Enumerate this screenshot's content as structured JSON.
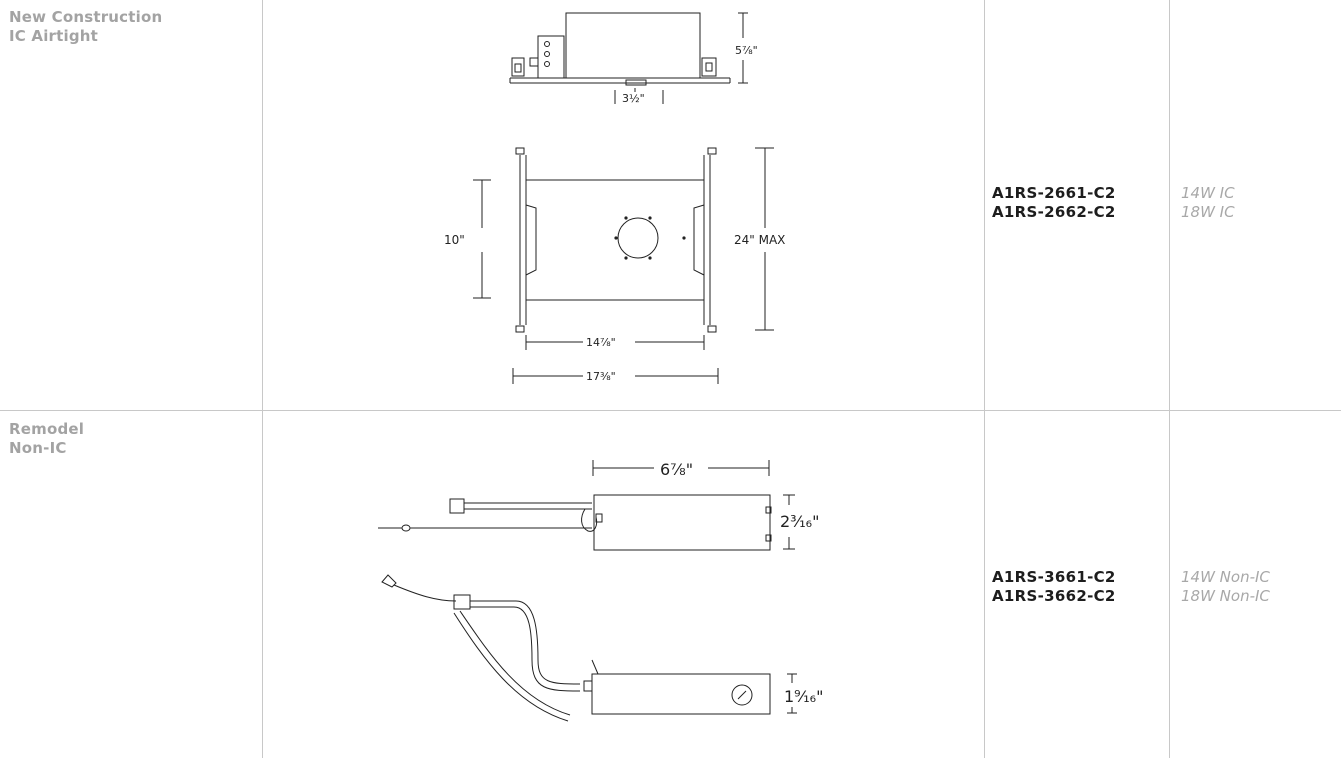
{
  "rows": [
    {
      "type_lines": [
        "New Construction",
        "IC Airtight"
      ],
      "models": [
        "A1RS-2661-C2",
        "A1RS-2662-C2"
      ],
      "wattages": [
        "14W IC",
        "18W IC"
      ],
      "dims": {
        "height": "5⅞\"",
        "offset": "3½\"",
        "depth": "10\"",
        "max": "24\" MAX",
        "inner_width": "14⅞\"",
        "outer_width": "17⅜\""
      }
    },
    {
      "type_lines": [
        "Remodel",
        "Non-IC"
      ],
      "models": [
        "A1RS-3661-C2",
        "A1RS-3662-C2"
      ],
      "wattages": [
        "14W Non-IC",
        "18W Non-IC"
      ],
      "dims": {
        "length": "6⅞\"",
        "height_top": "2³⁄₁₆\"",
        "height_side": "1⁹⁄₁₆\""
      }
    }
  ]
}
